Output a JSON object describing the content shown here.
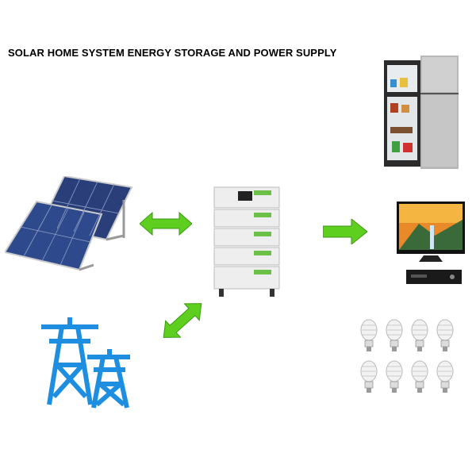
{
  "title": "SOLAR HOME SYSTEM ENERGY STORAGE AND POWER SUPPLY",
  "colors": {
    "arrow": "#5fcf1f",
    "tower": "#1e8fe0",
    "panel": "#2a3f7a",
    "battery": "#eeeeee"
  },
  "components": [
    "solar-panels",
    "battery-storage",
    "power-grid",
    "refrigerator",
    "television",
    "dvd-player",
    "light-bulbs"
  ]
}
